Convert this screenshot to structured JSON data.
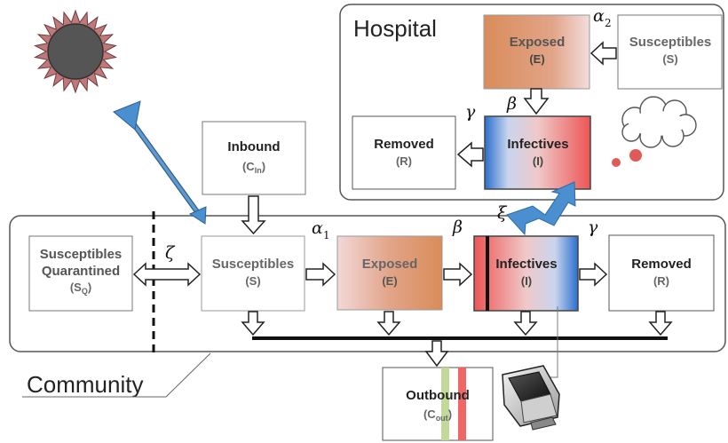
{
  "hospital": {
    "title": "Hospital",
    "exposed": {
      "name": "Exposed",
      "symbol": "(E)"
    },
    "susceptibles": {
      "name": "Susceptibles",
      "symbol": "(S)"
    },
    "infectives": {
      "name": "Infectives",
      "symbol": "(I)"
    },
    "removed": {
      "name": "Removed",
      "symbol": "(R)"
    }
  },
  "community": {
    "title": "Community",
    "susceptibles_quarantined": {
      "line1": "Susceptibles",
      "line2": "Quarantined",
      "symbol": "(S",
      "sub": "Q",
      "close": ")"
    },
    "susceptibles": {
      "name": "Susceptibles",
      "symbol": "(S)"
    },
    "exposed": {
      "name": "Exposed",
      "symbol": "(E)"
    },
    "infectives": {
      "name": "Infectives",
      "symbol": "(I)"
    },
    "removed": {
      "name": "Removed",
      "symbol": "(R)"
    }
  },
  "inbound": {
    "name": "Inbound",
    "symbol": "(C",
    "sub": "In",
    "close": ")"
  },
  "outbound": {
    "name": "Outbound",
    "symbol": "(C",
    "sub": "out",
    "close": ")"
  },
  "rates": {
    "alpha": "α",
    "alpha1_sub": "1",
    "alpha2_sub": "2",
    "beta": "β",
    "gamma": "γ",
    "zeta": "ζ",
    "xi": "ξ"
  },
  "colors": {
    "exposed": "#d98c5a",
    "infective_red": "#ee5555",
    "infective_blue": "#2a6fcf",
    "arrow_blue": "#4a8fd0",
    "sun": "#b86b6e"
  },
  "icons": [
    "sun-icon",
    "arrow-icon",
    "thought-cloud-icon",
    "computer-monitor-icon"
  ]
}
